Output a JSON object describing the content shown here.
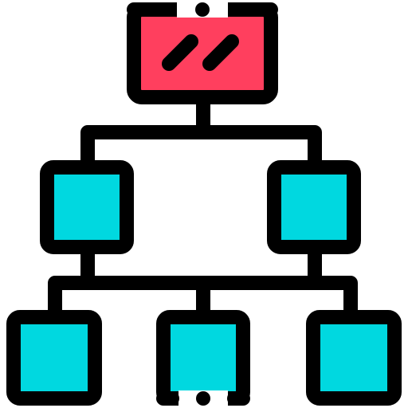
{
  "icon": {
    "name": "hierarchy-structure-icon",
    "colors": {
      "outline": "#000000",
      "root_fill": "#ff3f5e",
      "node_fill": "#00d8e0",
      "background": "#ffffff"
    },
    "nodes": {
      "root": "root-node",
      "level_2": [
        "left-child-node",
        "right-child-node"
      ],
      "level_3": [
        "bottom-left-node",
        "bottom-center-node",
        "bottom-right-node"
      ]
    }
  }
}
